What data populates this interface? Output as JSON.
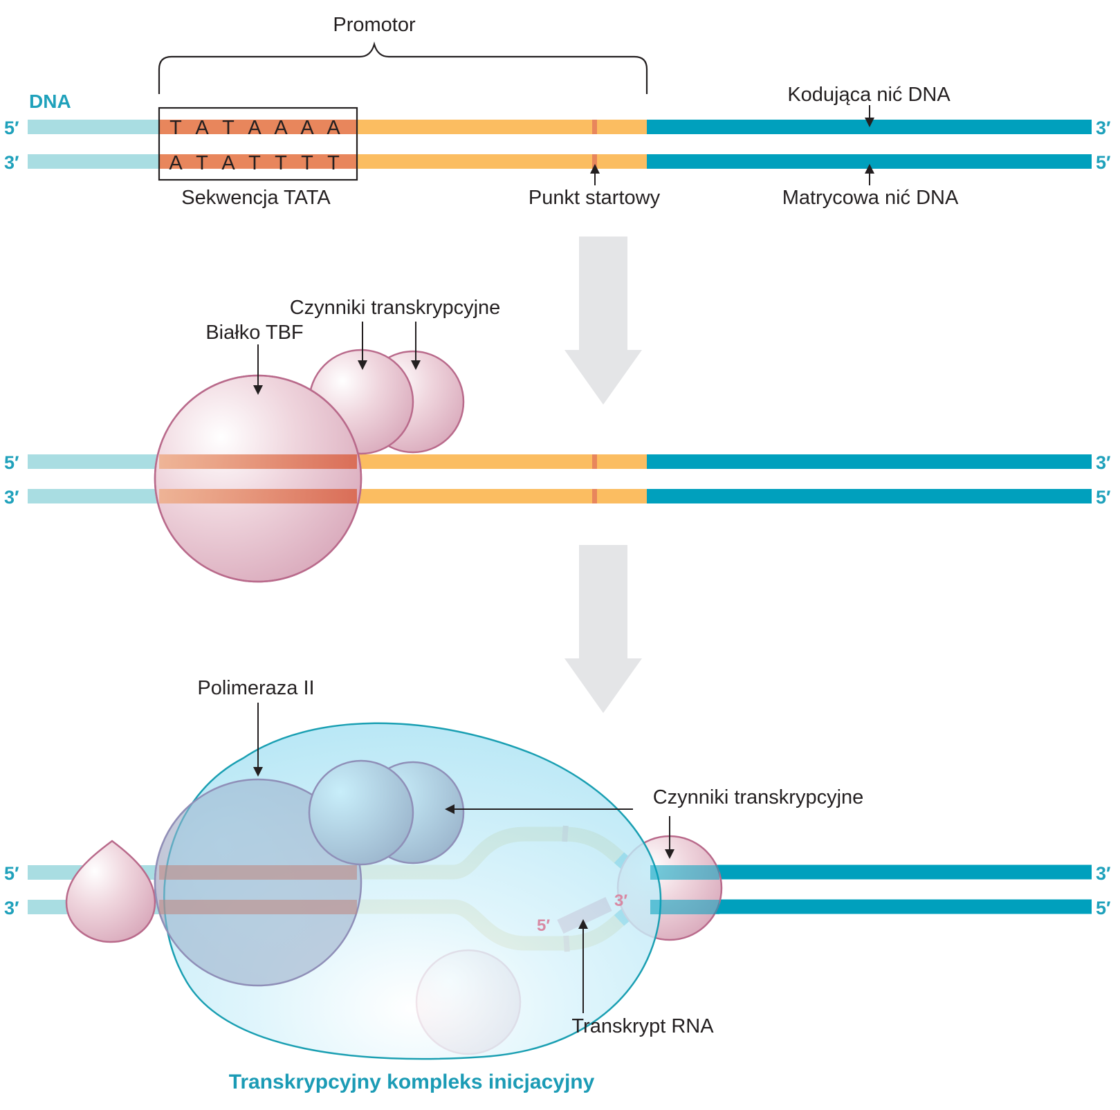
{
  "top": {
    "promotor": "Promotor",
    "dna": "DNA",
    "coding_strand": "Kodująca nić DNA",
    "template_strand": "Matrycowa nić DNA",
    "tata_label": "Sekwencja TATA",
    "start_point": "Punkt startowy",
    "seq_top": [
      "T",
      "A",
      "T",
      "A",
      "A",
      "A",
      "A"
    ],
    "seq_bottom": [
      "A",
      "T",
      "A",
      "T",
      "T",
      "T",
      "T"
    ]
  },
  "ends": {
    "five": "5′",
    "three": "3′"
  },
  "middle": {
    "tbf": "Białko TBF",
    "factors": "Czynniki transkrypcyjne"
  },
  "bottom": {
    "polymerase": "Polimeraza II",
    "factors": "Czynniki transkrypcyjne",
    "rna": "Transkrypt RNA",
    "title": "Transkrypcyjny kompleks inicjacyjny"
  },
  "colors": {
    "dna_light": "#a9dde2",
    "dna_dark": "#00a0bd",
    "promoter": "#fbbd61",
    "tata": "#e8865c",
    "protein_stroke": "#b96a8b",
    "complex_stroke": "#1a9fb2",
    "arrow_gray": "#e4e5e7"
  }
}
